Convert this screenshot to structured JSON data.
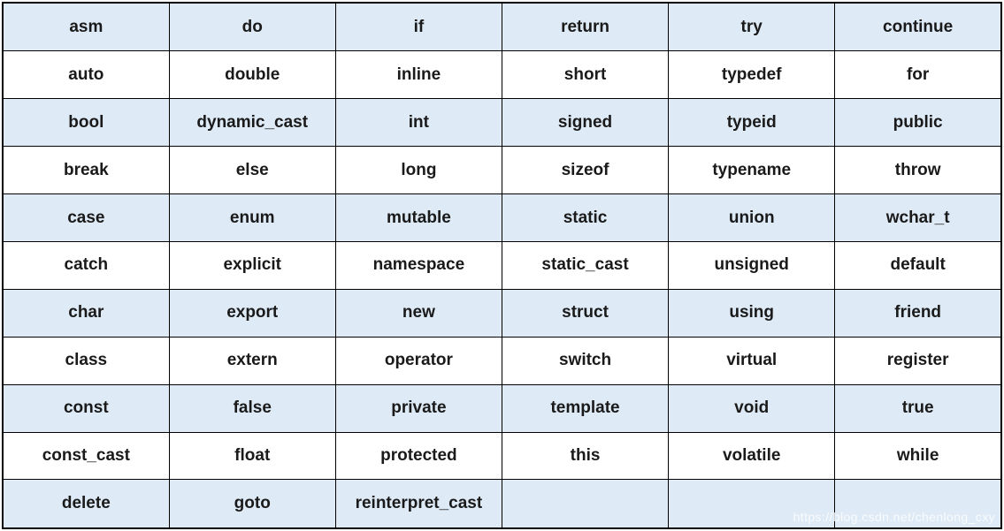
{
  "table": {
    "columns": 6,
    "rows": [
      [
        "asm",
        "do",
        "if",
        "return",
        "try",
        "continue"
      ],
      [
        "auto",
        "double",
        "inline",
        "short",
        "typedef",
        "for"
      ],
      [
        "bool",
        "dynamic_cast",
        "int",
        "signed",
        "typeid",
        "public"
      ],
      [
        "break",
        "else",
        "long",
        "sizeof",
        "typename",
        "throw"
      ],
      [
        "case",
        "enum",
        "mutable",
        "static",
        "union",
        "wchar_t"
      ],
      [
        "catch",
        "explicit",
        "namespace",
        "static_cast",
        "unsigned",
        "default"
      ],
      [
        "char",
        "export",
        "new",
        "struct",
        "using",
        "friend"
      ],
      [
        "class",
        "extern",
        "operator",
        "switch",
        "virtual",
        "register"
      ],
      [
        "const",
        "false",
        "private",
        "template",
        "void",
        "true"
      ],
      [
        "const_cast",
        "float",
        "protected",
        "this",
        "volatile",
        "while"
      ],
      [
        "delete",
        "goto",
        "reinterpret_cast",
        "",
        "",
        ""
      ]
    ]
  },
  "watermark": {
    "text": "https://blog.csdn.net/chenlong_cxy"
  },
  "colors": {
    "alt_row_fill": "#deeaf6",
    "row_fill": "#ffffff",
    "border": "#000000",
    "text": "#1a1a1a",
    "watermark_text": "rgba(255,255,255,0.8)"
  }
}
